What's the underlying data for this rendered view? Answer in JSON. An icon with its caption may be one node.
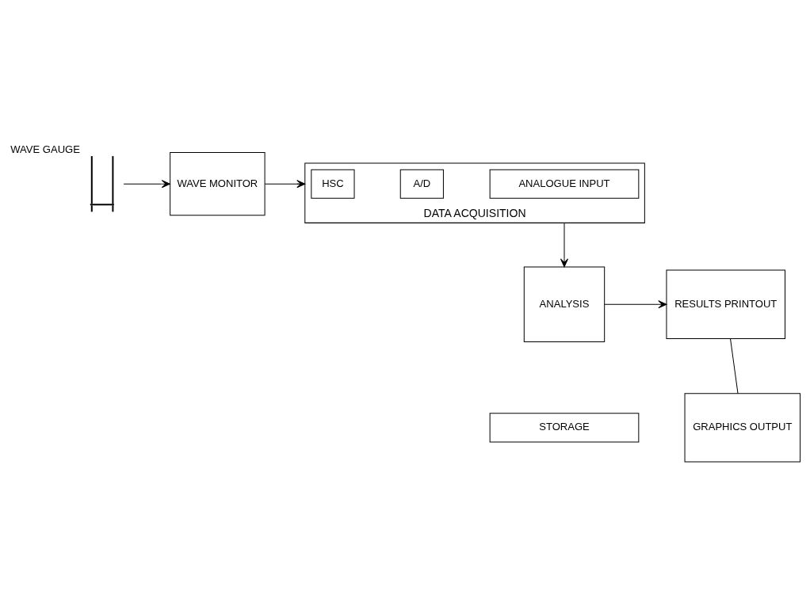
{
  "diagram": {
    "nodes": [
      {
        "text": [],
        "shape": "picture",
        "beside": [
          "WAVE GAUGE"
        ]
      },
      {
        "text": [
          "WAVE MONITOR"
        ]
      },
      {
        "text": [
          "DATA ACQUISITION"
        ]
      },
      {
        "text": [
          "HSC"
        ],
        "in": 2
      },
      {
        "text": [
          "A/D"
        ],
        "in": 2
      },
      {
        "text": [
          "ANALOGUE INPUT"
        ],
        "in": 2
      },
      {
        "text": [
          "ANALYSIS"
        ]
      },
      {
        "text": [
          "STORAGE"
        ]
      },
      {
        "text": [
          "RESULTS PRINTOUT"
        ]
      },
      {
        "text": [
          "GRAPHICS OUTPUT"
        ]
      }
    ],
    "edges": [
      {
        "from": 0,
        "to": 1,
        "arrow": "to"
      },
      {
        "from": 1,
        "to": 2,
        "arrow": "to"
      },
      {
        "from": 2,
        "to": 6,
        "arrow": "to"
      },
      {
        "from": 6,
        "to": 8,
        "arrow": "to"
      },
      {
        "from": 8,
        "to": 9,
        "arrow": "none"
      }
    ]
  }
}
